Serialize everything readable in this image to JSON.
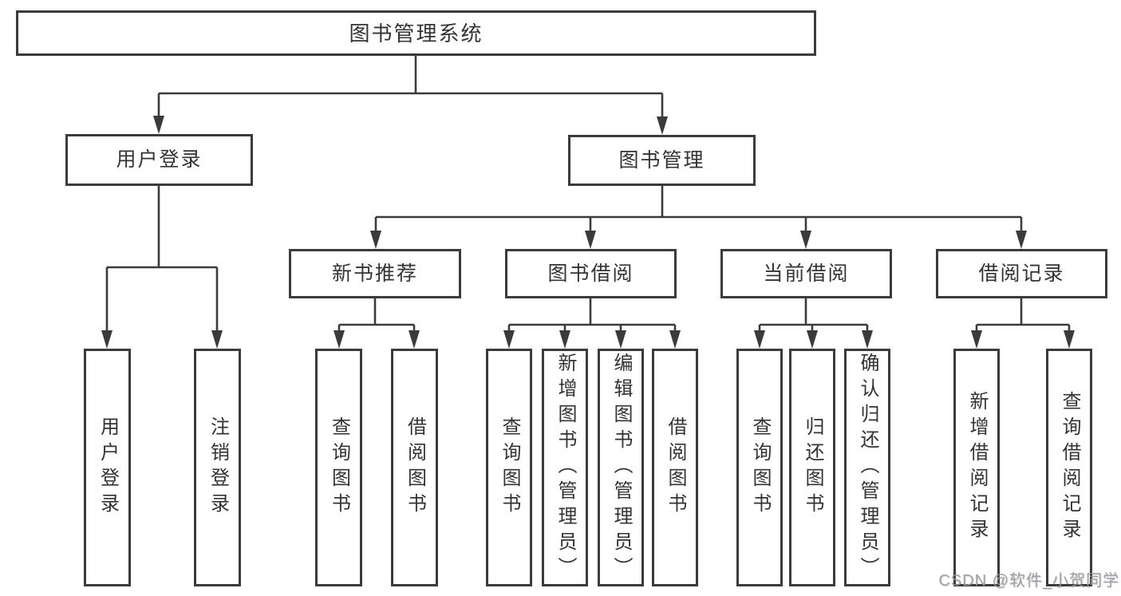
{
  "tree": {
    "root": "图书管理系统",
    "children": [
      {
        "label": "用户登录",
        "children": [
          {
            "label": "用户登录"
          },
          {
            "label": "注销登录"
          }
        ]
      },
      {
        "label": "图书管理",
        "children": [
          {
            "label": "新书推荐",
            "children": [
              {
                "label": "查询图书"
              },
              {
                "label": "借阅图书"
              }
            ]
          },
          {
            "label": "图书借阅",
            "children": [
              {
                "label": "查询图书"
              },
              {
                "label": "新增图书（管理员）"
              },
              {
                "label": "编辑图书（管理员）"
              },
              {
                "label": "借阅图书"
              }
            ]
          },
          {
            "label": "当前借阅",
            "children": [
              {
                "label": "查询图书"
              },
              {
                "label": "归还图书"
              },
              {
                "label": "确认归还（管理员）"
              }
            ]
          },
          {
            "label": "借阅记录",
            "children": [
              {
                "label": "新增借阅记录"
              },
              {
                "label": "查询借阅记录"
              }
            ]
          }
        ]
      }
    ]
  },
  "watermark": {
    "text": "CSDN @软件_小贺同学"
  },
  "colors": {
    "line": "#3b3b3b",
    "box_border": "#3b3b3b",
    "text": "#333333",
    "watermark": "#9a9aa2",
    "background": "#ffffff"
  }
}
